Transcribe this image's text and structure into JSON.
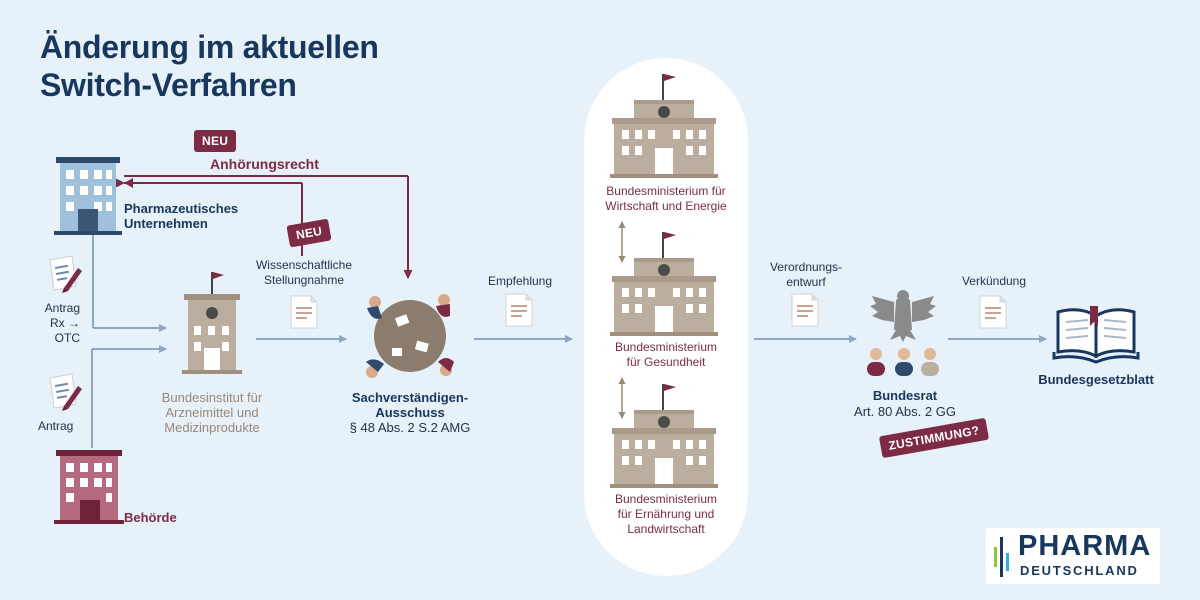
{
  "title": {
    "line1": "Änderung im aktuellen",
    "line2": "Switch-Verfahren"
  },
  "badges": {
    "neu_top": "NEU",
    "neu_mid": "NEU",
    "zustimmung": "ZUSTIMMUNG?"
  },
  "labels": {
    "anhoerungsrecht": "Anhörungsrecht",
    "pharma_unternehmen": [
      "Pharmazeutisches",
      "Unternehmen"
    ],
    "antrag_rx": [
      "Antrag",
      "Rx → OTC"
    ],
    "antrag": "Antrag",
    "behoerde": "Behörde",
    "bfarm": [
      "Bundesinstitut für",
      "Arzneimittel und",
      "Medizinprodukte"
    ],
    "stellungnahme": [
      "Wissenschaftliche",
      "Stellungnahme"
    ],
    "ausschuss": [
      "Sachverständigen-",
      "Ausschuss"
    ],
    "ausschuss_ref": "§ 48 Abs. 2 S.2 AMG",
    "empfehlung": "Empfehlung",
    "bmwi": [
      "Bundesministerium für",
      "Wirtschaft und Energie"
    ],
    "bmg": [
      "Bundesministerium",
      "für Gesundheit"
    ],
    "bmel": [
      "Bundesministerium",
      "für Ernährung und",
      "Landwirtschaft"
    ],
    "verordnungsentwurf": [
      "Verordnungs-",
      "entwurf"
    ],
    "verkuendung": "Verkündung",
    "bundesrat": "Bundesrat",
    "bundesrat_ref": "Art. 80 Abs. 2 GG",
    "bundesgesetzblatt": "Bundesgesetzblatt"
  },
  "logo": {
    "line1": "PHARMA",
    "line2": "DEUTSCHLAND"
  },
  "colors": {
    "navy": "#17375e",
    "maroon": "#7d2b45",
    "tan": "#9a8877",
    "background": "#e6f1fa",
    "line": "#8fa6c2"
  }
}
